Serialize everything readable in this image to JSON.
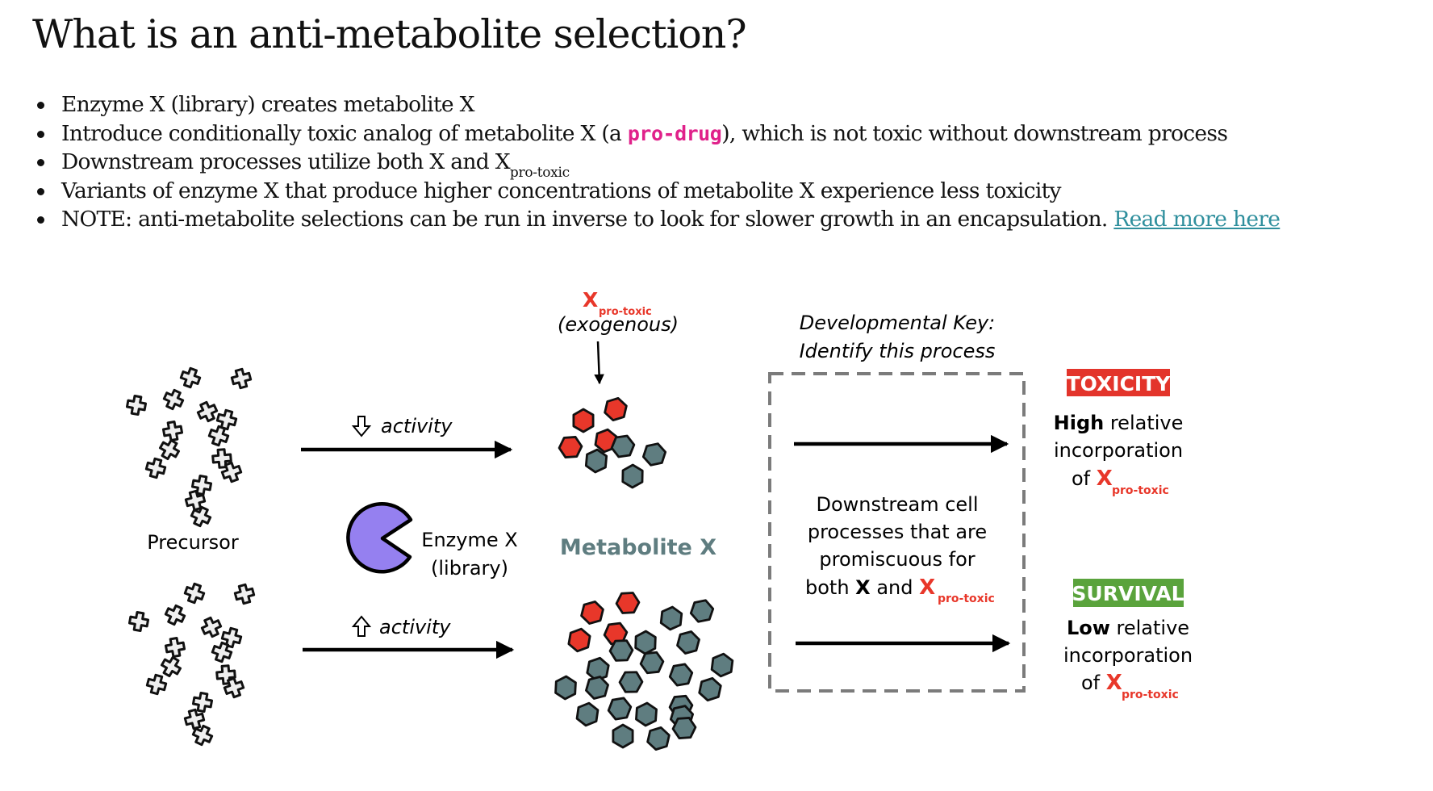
{
  "title": "What is an anti-metabolite selection?",
  "bullets": {
    "b1": "Enzyme X (library) creates metabolite X",
    "b2_pre": "Introduce conditionally toxic analog of metabolite X (a ",
    "b2_code": "pro-drug",
    "b2_post": "), which is not toxic without downstream process",
    "b3_pre": "Downstream processes utilize both X and X",
    "b3_sub": "pro-toxic",
    "b4": "Variants of enzyme X that produce higher concentrations of metabolite X experience less toxicity",
    "b5_pre": "NOTE: anti-metabolite selections can be run in inverse to look for slower growth in an encapsulation. ",
    "b5_link": "Read more here"
  },
  "diagram": {
    "exogenous": {
      "x": "X",
      "sub": "pro-toxic",
      "note": "(exogenous)"
    },
    "key_line1": "Developmental Key:",
    "key_line2": "Identify this process",
    "activity_down": "activity",
    "activity_up": "activity",
    "precursor": "Precursor",
    "enzyme_line1": "Enzyme X",
    "enzyme_line2": "(library)",
    "metabolite": "Metabolite X",
    "downstream": {
      "line1": "Downstream cell",
      "line2": "processes that are",
      "line3": "promiscuous for",
      "line4_pre": "both ",
      "line4_x1": "X",
      "line4_mid": " and ",
      "line4_x2": "X",
      "line4_sub": "pro-toxic"
    },
    "toxicity": {
      "badge": "TOXICITY",
      "bold": "High",
      "rest": " relative",
      "line2": "incorporation",
      "line3_pre": "of ",
      "x": "X",
      "sub": "pro-toxic"
    },
    "survival": {
      "badge": "SURVIVAL",
      "bold": "Low",
      "rest": " relative",
      "line2": "incorporation",
      "line3_pre": "of ",
      "x": "X",
      "sub": "pro-toxic"
    }
  },
  "colors": {
    "red": "#e8372a",
    "teal": "#5f7d80",
    "purple": "#9580f0",
    "toxicity_badge": "#e3342b",
    "survival_badge": "#5aa33c",
    "code_pink": "#e0218a",
    "link": "#2f8f9d"
  },
  "icons": [
    "precursor-cross-icon",
    "pacman-enzyme-icon",
    "hexagon-metabolite-icon",
    "down-arrow-icon",
    "up-arrow-icon"
  ]
}
